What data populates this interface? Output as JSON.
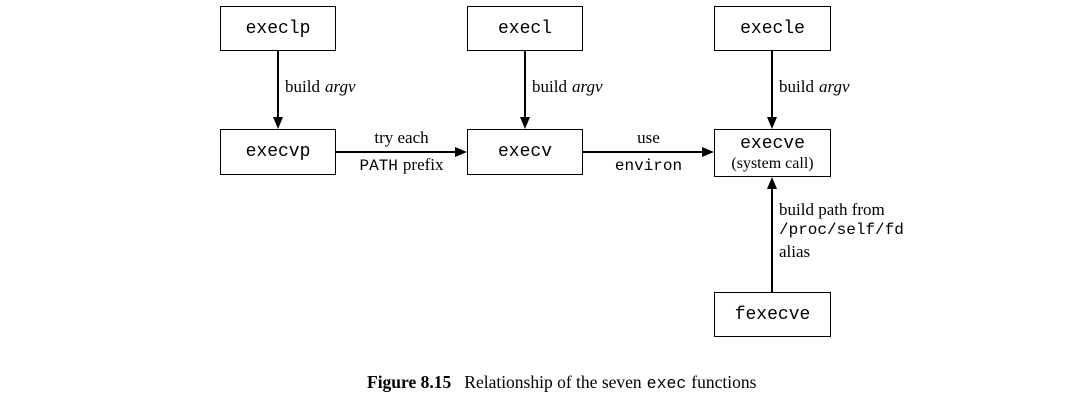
{
  "colors": {
    "ink": "#000000",
    "paper": "#ffffff"
  },
  "nodes": {
    "execlp": {
      "label": "execlp"
    },
    "execl": {
      "label": "execl"
    },
    "execle": {
      "label": "execle"
    },
    "execvp": {
      "label": "execvp"
    },
    "execv": {
      "label": "execv"
    },
    "execve": {
      "label": "execve",
      "sublabel": "(system call)"
    },
    "fexecve": {
      "label": "fexecve"
    }
  },
  "edges": {
    "execlp_execvp": {
      "text": "build",
      "italic": "argv"
    },
    "execl_execv": {
      "text": "build",
      "italic": "argv"
    },
    "execle_execve": {
      "text": "build",
      "italic": "argv"
    },
    "execvp_execv": {
      "line1": "try each",
      "line2_code": "PATH",
      "line2_text": "prefix"
    },
    "execv_execve": {
      "line1": "use",
      "line2_code": "environ"
    },
    "fexecve_execve": {
      "line1": "build path from",
      "line2_code": "/proc/self/fd",
      "line3": "alias"
    }
  },
  "caption": {
    "figure_label": "Figure 8.15",
    "text_before": "Relationship of the seven",
    "code": "exec",
    "text_after": "functions"
  }
}
